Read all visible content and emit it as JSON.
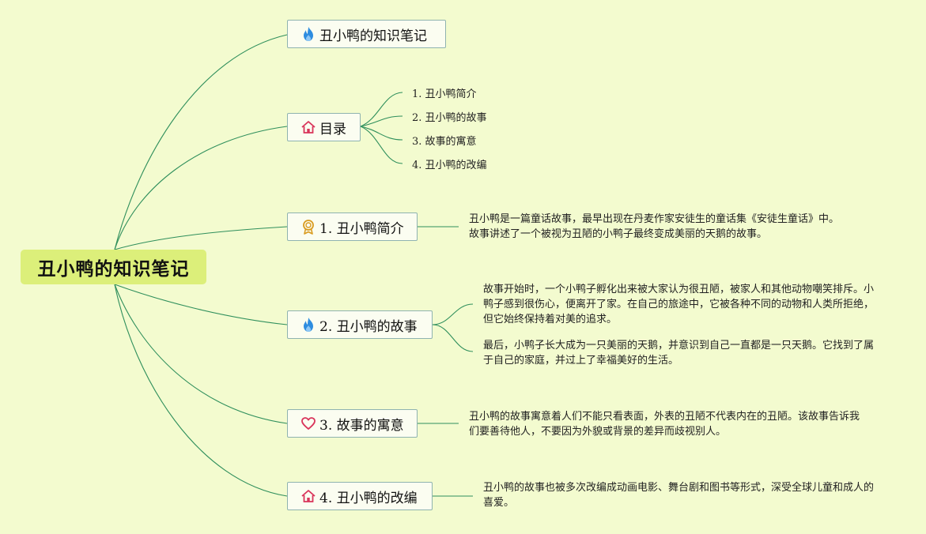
{
  "root": {
    "label": "丑小鸭的知识笔记"
  },
  "branches": [
    {
      "id": "title",
      "label": "丑小鸭的知识笔记",
      "icon": "fire-icon"
    },
    {
      "id": "toc",
      "label": "目录",
      "icon": "home-icon"
    },
    {
      "id": "intro",
      "label": "1. 丑小鸭简介",
      "icon": "award-icon"
    },
    {
      "id": "story",
      "label": "2. 丑小鸭的故事",
      "icon": "fire-icon"
    },
    {
      "id": "moral",
      "label": "3. 故事的寓意",
      "icon": "heart-icon"
    },
    {
      "id": "adapt",
      "label": "4. 丑小鸭的改编",
      "icon": "home-icon"
    }
  ],
  "toc_items": [
    "1. 丑小鸭简介",
    "2. 丑小鸭的故事",
    "3. 故事的寓意",
    "4. 丑小鸭的改编"
  ],
  "notes": {
    "intro": "丑小鸭是一篇童话故事，最早出现在丹麦作家安徒生的童话集《安徒生童话》中。故事讲述了一个被视为丑陋的小鸭子最终变成美丽的天鹅的故事。",
    "story_1": "故事开始时，一个小鸭子孵化出来被大家认为很丑陋，被家人和其他动物嘲笑排斥。小鸭子感到很伤心，便离开了家。在自己的旅途中，它被各种不同的动物和人类所拒绝，但它始终保持着对美的追求。",
    "story_2": "最后，小鸭子长大成为一只美丽的天鹅，并意识到自己一直都是一只天鹅。它找到了属于自己的家庭，并过上了幸福美好的生活。",
    "moral": "丑小鸭的故事寓意着人们不能只看表面，外表的丑陋不代表内在的丑陋。该故事告诉我们要善待他人，不要因为外貌或背景的差异而歧视别人。",
    "adapt": "丑小鸭的故事也被多次改编成动画电影、舞台剧和图书等形式，深受全球儿童和成人的喜爱。"
  },
  "colors": {
    "background": "#f3fbcf",
    "root_fill": "#dcef7a",
    "link": "#2f8f5c",
    "node_border": "#8fb3b0"
  }
}
